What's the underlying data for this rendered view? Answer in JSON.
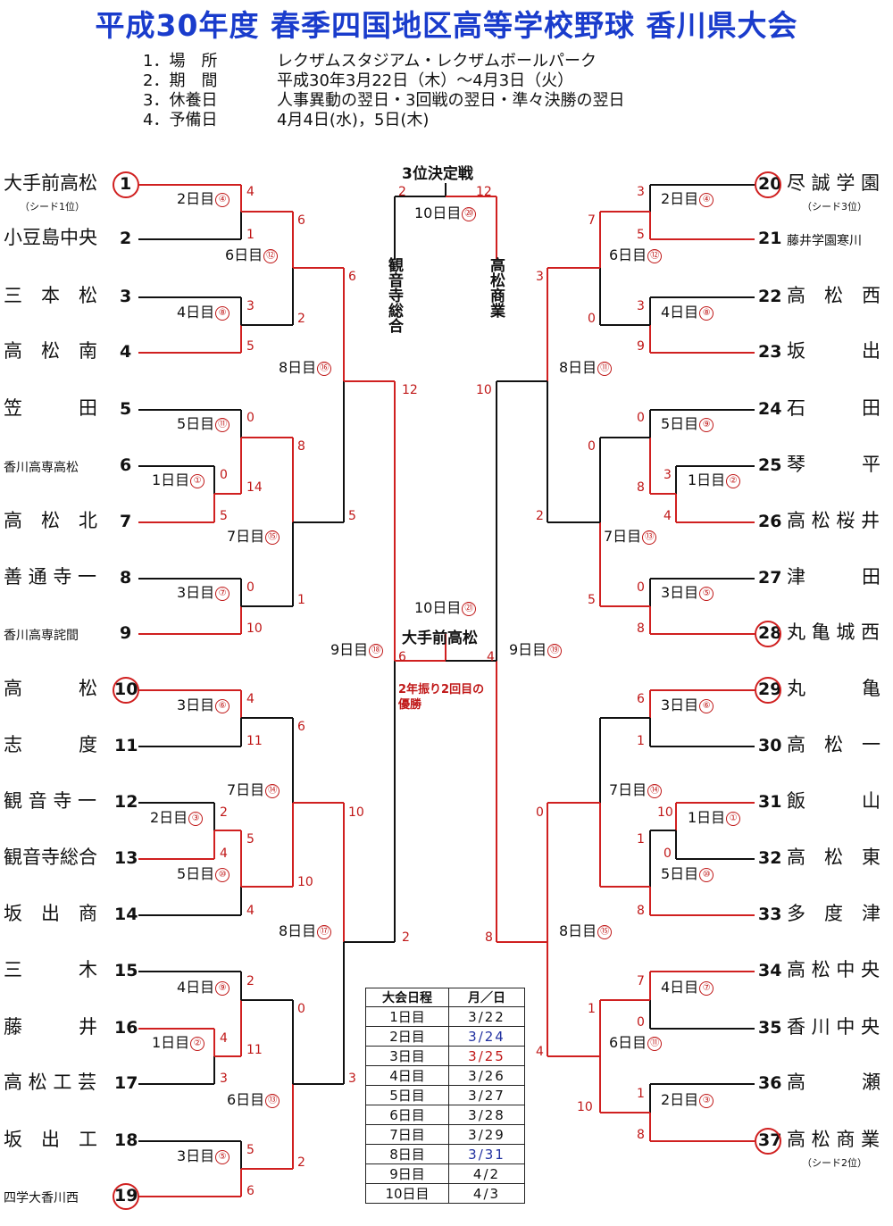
{
  "title": "平成30年度 春季四国地区高等学校野球 香川県大会",
  "info": [
    {
      "k": "1．場　所",
      "v": "レクザムスタジアム・レクザムボールパーク"
    },
    {
      "k": "2．期　間",
      "v": "平成30年3月22日（木）～4月3日（火）"
    },
    {
      "k": "3．休養日",
      "v": "人事異動の翌日・3回戦の翌日・準々決勝の翌日"
    },
    {
      "k": "4．予備日",
      "v": "4月4日(水)，5日(木)"
    }
  ],
  "teams": [
    {
      "n": "1",
      "name": "大手前高松",
      "seed": "（シード1位）"
    },
    {
      "n": "2",
      "name": "小豆島中央"
    },
    {
      "n": "3",
      "name": "三　本　松"
    },
    {
      "n": "4",
      "name": "高　松　南"
    },
    {
      "n": "5",
      "name": "笠　　　田"
    },
    {
      "n": "6",
      "name": "香川高専高松"
    },
    {
      "n": "7",
      "name": "高　松　北"
    },
    {
      "n": "8",
      "name": "善 通 寺 一"
    },
    {
      "n": "9",
      "name": "香川高専詫間"
    },
    {
      "n": "10",
      "name": "高　　　松"
    },
    {
      "n": "11",
      "name": "志　　　度"
    },
    {
      "n": "12",
      "name": "観 音 寺 一"
    },
    {
      "n": "13",
      "name": "観音寺総合"
    },
    {
      "n": "14",
      "name": "坂　出　商"
    },
    {
      "n": "15",
      "name": "三　　　木"
    },
    {
      "n": "16",
      "name": "藤　　　井"
    },
    {
      "n": "17",
      "name": "高 松 工 芸"
    },
    {
      "n": "18",
      "name": "坂　出　工"
    },
    {
      "n": "19",
      "name": "四学大香川西"
    },
    {
      "n": "20",
      "name": "尽 誠 学 園",
      "seed": "（シード3位）"
    },
    {
      "n": "21",
      "name": "藤井学園寒川"
    },
    {
      "n": "22",
      "name": "高　松　西"
    },
    {
      "n": "23",
      "name": "坂　　　出"
    },
    {
      "n": "24",
      "name": "石　　　田"
    },
    {
      "n": "25",
      "name": "琴　　　平"
    },
    {
      "n": "26",
      "name": "高 松 桜 井"
    },
    {
      "n": "27",
      "name": "津　　　田"
    },
    {
      "n": "28",
      "name": "丸 亀 城 西"
    },
    {
      "n": "29",
      "name": "丸　　　亀"
    },
    {
      "n": "30",
      "name": "高　松　一"
    },
    {
      "n": "31",
      "name": "飯　　　山"
    },
    {
      "n": "32",
      "name": "高　松　東"
    },
    {
      "n": "33",
      "name": "多　度　津"
    },
    {
      "n": "34",
      "name": "高 松 中 央"
    },
    {
      "n": "35",
      "name": "香 川 中 央"
    },
    {
      "n": "36",
      "name": "高　　　瀬"
    },
    {
      "n": "37",
      "name": "高 松 商 業",
      "seed": "（シード2位）"
    }
  ],
  "days": {
    "d1": "1日目",
    "d2": "2日目",
    "d3": "3日目",
    "d4": "4日目",
    "d5": "5日目",
    "d6": "6日目",
    "d7": "7日目",
    "d8": "8日目",
    "d9": "9日目",
    "d10": "10日目"
  },
  "games": {
    "g1": "①",
    "g2": "②",
    "g3": "③",
    "g4": "④",
    "g5": "⑤",
    "g6": "⑥",
    "g7": "⑦",
    "g8": "⑧",
    "g9": "⑨",
    "g10": "⑩",
    "g11": "⑪",
    "g12": "⑫",
    "g13": "⑬",
    "g14": "⑭",
    "g15": "⑮",
    "g16": "⑯",
    "g17": "⑰",
    "g18": "⑱",
    "g19": "⑲",
    "g20": "⑳",
    "g21": "㉑"
  },
  "scores": {
    "a1": "4",
    "a2": "1",
    "a3": "6",
    "a4": "3",
    "a5": "5",
    "a6": "2",
    "a7": "6",
    "a8": "0",
    "a9": "0",
    "a10": "14",
    "a11": "8",
    "a12": "5",
    "a13": "0",
    "a14": "10",
    "a15": "1",
    "a16": "5",
    "a17": "12",
    "a18": "4",
    "a19": "11",
    "a20": "6",
    "a21": "2",
    "a22": "4",
    "a23": "5",
    "a24": "10",
    "a25": "4",
    "a26": "10",
    "a27": "2",
    "a28": "2",
    "a29": "4",
    "a30": "11",
    "a31": "3",
    "a32": "0",
    "a33": "5",
    "a34": "6",
    "a35": "2",
    "a36": "3",
    "a37": "6",
    "a38": "4",
    "b1": "3",
    "b2": "5",
    "b3": "7",
    "b4": "3",
    "b5": "9",
    "b6": "0",
    "b7": "3",
    "b8": "0",
    "b9": "3",
    "b10": "4",
    "b11": "0",
    "b12": "8",
    "b13": "2",
    "b14": "10",
    "b15": "0",
    "b16": "8",
    "b17": "5",
    "b18": "6",
    "b19": "1",
    "b20": "10",
    "b21": "0",
    "b22": "1",
    "b23": "8",
    "b24": "0",
    "b25": "7",
    "b26": "0",
    "b27": "1",
    "b28": "1",
    "b29": "8",
    "b30": "10",
    "b31": "4",
    "b32": "8",
    "t1": "2",
    "t2": "12",
    "f1": "6",
    "f2": "4"
  },
  "third_place": {
    "title": "3位決定戦",
    "left": "観音寺総合",
    "right": "高松商業"
  },
  "final": {
    "winner": "大手前高松",
    "note": "2年振り2回目の優勝"
  },
  "schedule": {
    "headers": [
      "大会日程",
      "月／日"
    ],
    "rows": [
      [
        "1日目",
        "3/22"
      ],
      [
        "2日目",
        "3/24"
      ],
      [
        "3日目",
        "3/25"
      ],
      [
        "4日目",
        "3/26"
      ],
      [
        "5日目",
        "3/27"
      ],
      [
        "6日目",
        "3/28"
      ],
      [
        "7日目",
        "3/29"
      ],
      [
        "8日目",
        "3/31"
      ],
      [
        "9日目",
        "4/2"
      ],
      [
        "10日目",
        "4/3"
      ]
    ]
  },
  "colors": {
    "title": "#1a3ccc",
    "win_line": "#d02020",
    "lose_line": "#111111",
    "date_blue": "#2030a0",
    "date_red": "#c01818"
  }
}
